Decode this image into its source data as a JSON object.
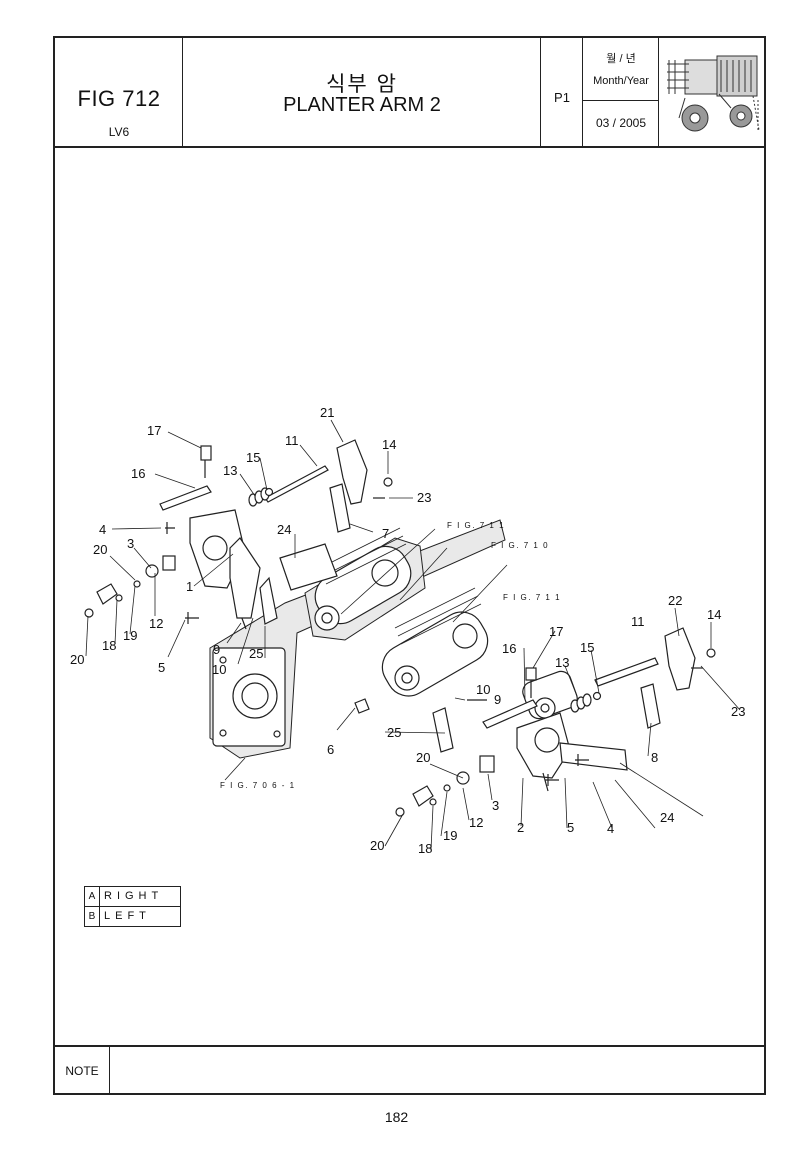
{
  "header": {
    "figure": "FIG 712",
    "model": "LV6",
    "title_ko": "식부 암",
    "title_en": "PLANTER ARM 2",
    "page_code": "P1",
    "month_year_ko": "월 / 년",
    "month_year_en": "Month/Year",
    "date": "03 / 2005"
  },
  "diagram": {
    "fig_refs": [
      "F I G. 7 1 1",
      "F I G. 7 1 0",
      "F I G. 7 1 1",
      "F I G. 7 0 6 - 1"
    ],
    "callouts": [
      "17",
      "16",
      "13",
      "15",
      "11",
      "21",
      "14",
      "23",
      "4",
      "20",
      "3",
      "24",
      "7",
      "1",
      "12",
      "19",
      "18",
      "20",
      "5",
      "9",
      "25",
      "10",
      "22",
      "11",
      "14",
      "17",
      "16",
      "15",
      "13",
      "10",
      "9",
      "23",
      "8",
      "6",
      "25",
      "20",
      "24",
      "3",
      "12",
      "2",
      "5",
      "4",
      "20",
      "19",
      "18"
    ]
  },
  "legend": {
    "items": [
      {
        "key": "A",
        "value": "RIGHT"
      },
      {
        "key": "B",
        "value": "LEFT"
      }
    ]
  },
  "note_label": "NOTE",
  "page_number": "182"
}
